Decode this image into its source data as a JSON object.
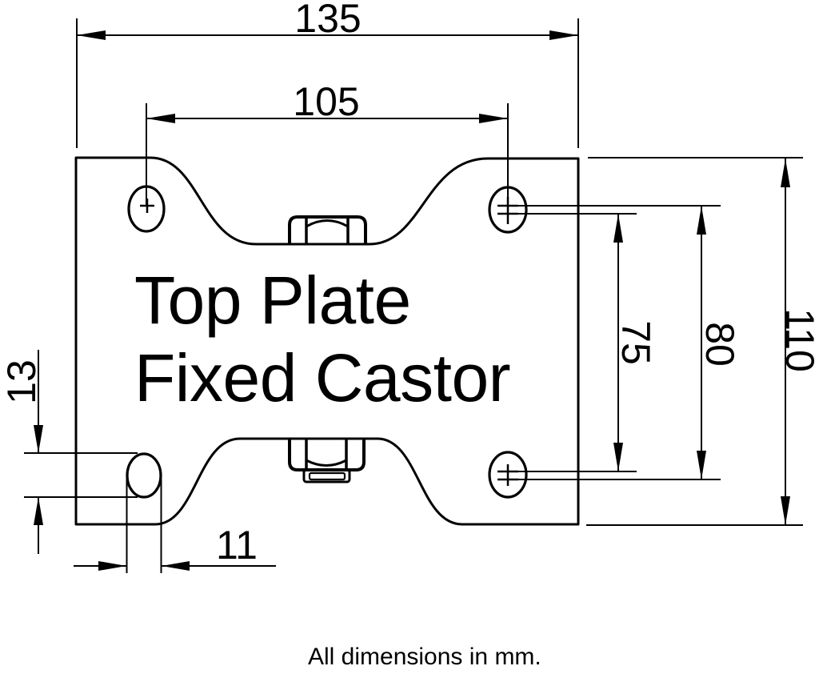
{
  "drawing": {
    "title_line1": "Top Plate",
    "title_line2": "Fixed Castor",
    "footer_note": "All dimensions in mm.",
    "units": "mm"
  },
  "dimension_labels": {
    "plate_width": "135",
    "hole_pitch_horizontal": "105",
    "plate_height": "110",
    "hole_pitch_vertical_outer": "80",
    "hole_pitch_vertical_inner": "75",
    "slot_length": "13",
    "slot_width": "11"
  },
  "colors": {
    "ink": "#000000",
    "background": "#ffffff"
  }
}
